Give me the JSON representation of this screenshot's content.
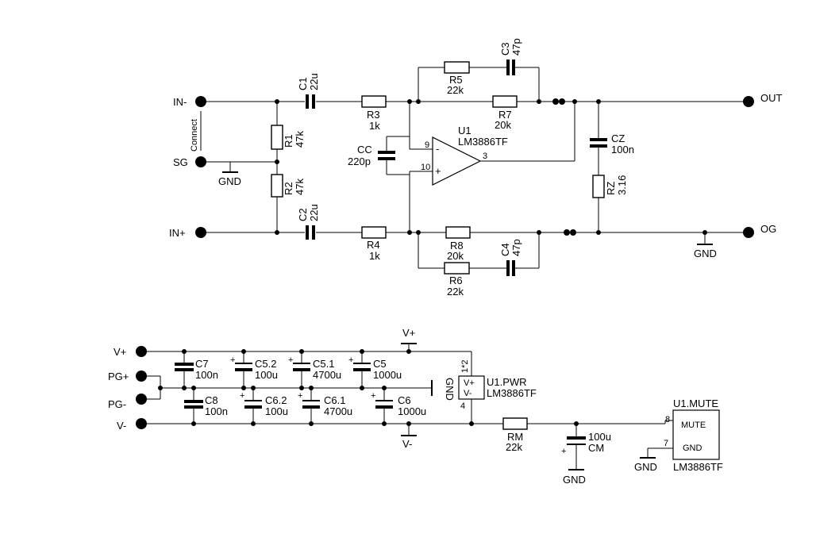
{
  "diagram": {
    "type": "schematic",
    "ports": {
      "in_minus": "IN-",
      "sg": "SG",
      "in_plus": "IN+",
      "out": "OUT",
      "og": "OG",
      "v_plus": "V+",
      "pg_plus": "PG+",
      "pg_minus": "PG-",
      "v_minus": "V-"
    },
    "connect_label": "Connect",
    "gnd": "GND",
    "rail_v_plus": "V+",
    "rail_v_minus": "V-",
    "components": {
      "c1": {
        "ref": "C1",
        "value": "22u"
      },
      "c2": {
        "ref": "C2",
        "value": "22u"
      },
      "r1": {
        "ref": "R1",
        "value": "47k"
      },
      "r2": {
        "ref": "R2",
        "value": "47k"
      },
      "r3": {
        "ref": "R3",
        "value": "1k"
      },
      "r4": {
        "ref": "R4",
        "value": "1k"
      },
      "cc": {
        "ref": "CC",
        "value": "220p"
      },
      "r5": {
        "ref": "R5",
        "value": "22k"
      },
      "c3": {
        "ref": "C3",
        "value": "47p"
      },
      "r7": {
        "ref": "R7",
        "value": "20k"
      },
      "r8": {
        "ref": "R8",
        "value": "20k"
      },
      "r6": {
        "ref": "R6",
        "value": "22k"
      },
      "c4": {
        "ref": "C4",
        "value": "47p"
      },
      "cz": {
        "ref": "CZ",
        "value": "100n"
      },
      "rz": {
        "ref": "RZ",
        "value": "3.16"
      },
      "c7": {
        "ref": "C7",
        "value": "100n"
      },
      "c52": {
        "ref": "C5.2",
        "value": "100u"
      },
      "c51": {
        "ref": "C5.1",
        "value": "4700u"
      },
      "c5": {
        "ref": "C5",
        "value": "1000u"
      },
      "c8": {
        "ref": "C8",
        "value": "100n"
      },
      "c62": {
        "ref": "C6.2",
        "value": "100u"
      },
      "c61": {
        "ref": "C6.1",
        "value": "4700u"
      },
      "c6": {
        "ref": "C6",
        "value": "1000u"
      },
      "rm": {
        "ref": "RM",
        "value": "22k"
      },
      "cm": {
        "ref": "CM",
        "value": "100u"
      }
    },
    "u1": {
      "ref": "U1",
      "part": "LM3886TF",
      "pin_minus": "9",
      "pin_plus": "10",
      "pin_out": "3",
      "sym_minus": "-",
      "sym_plus": "+"
    },
    "u1pwr": {
      "ref": "U1.PWR",
      "part": "LM3886TF",
      "vplus": "V+",
      "vminus": "V-",
      "pin_top": "1*2",
      "pin_bottom": "4"
    },
    "u1mute": {
      "ref": "U1.MUTE",
      "part": "LM3886TF",
      "mute": "MUTE",
      "gnd": "GND",
      "pin_mute": "8",
      "pin_gnd": "7"
    },
    "polarity": "+"
  }
}
